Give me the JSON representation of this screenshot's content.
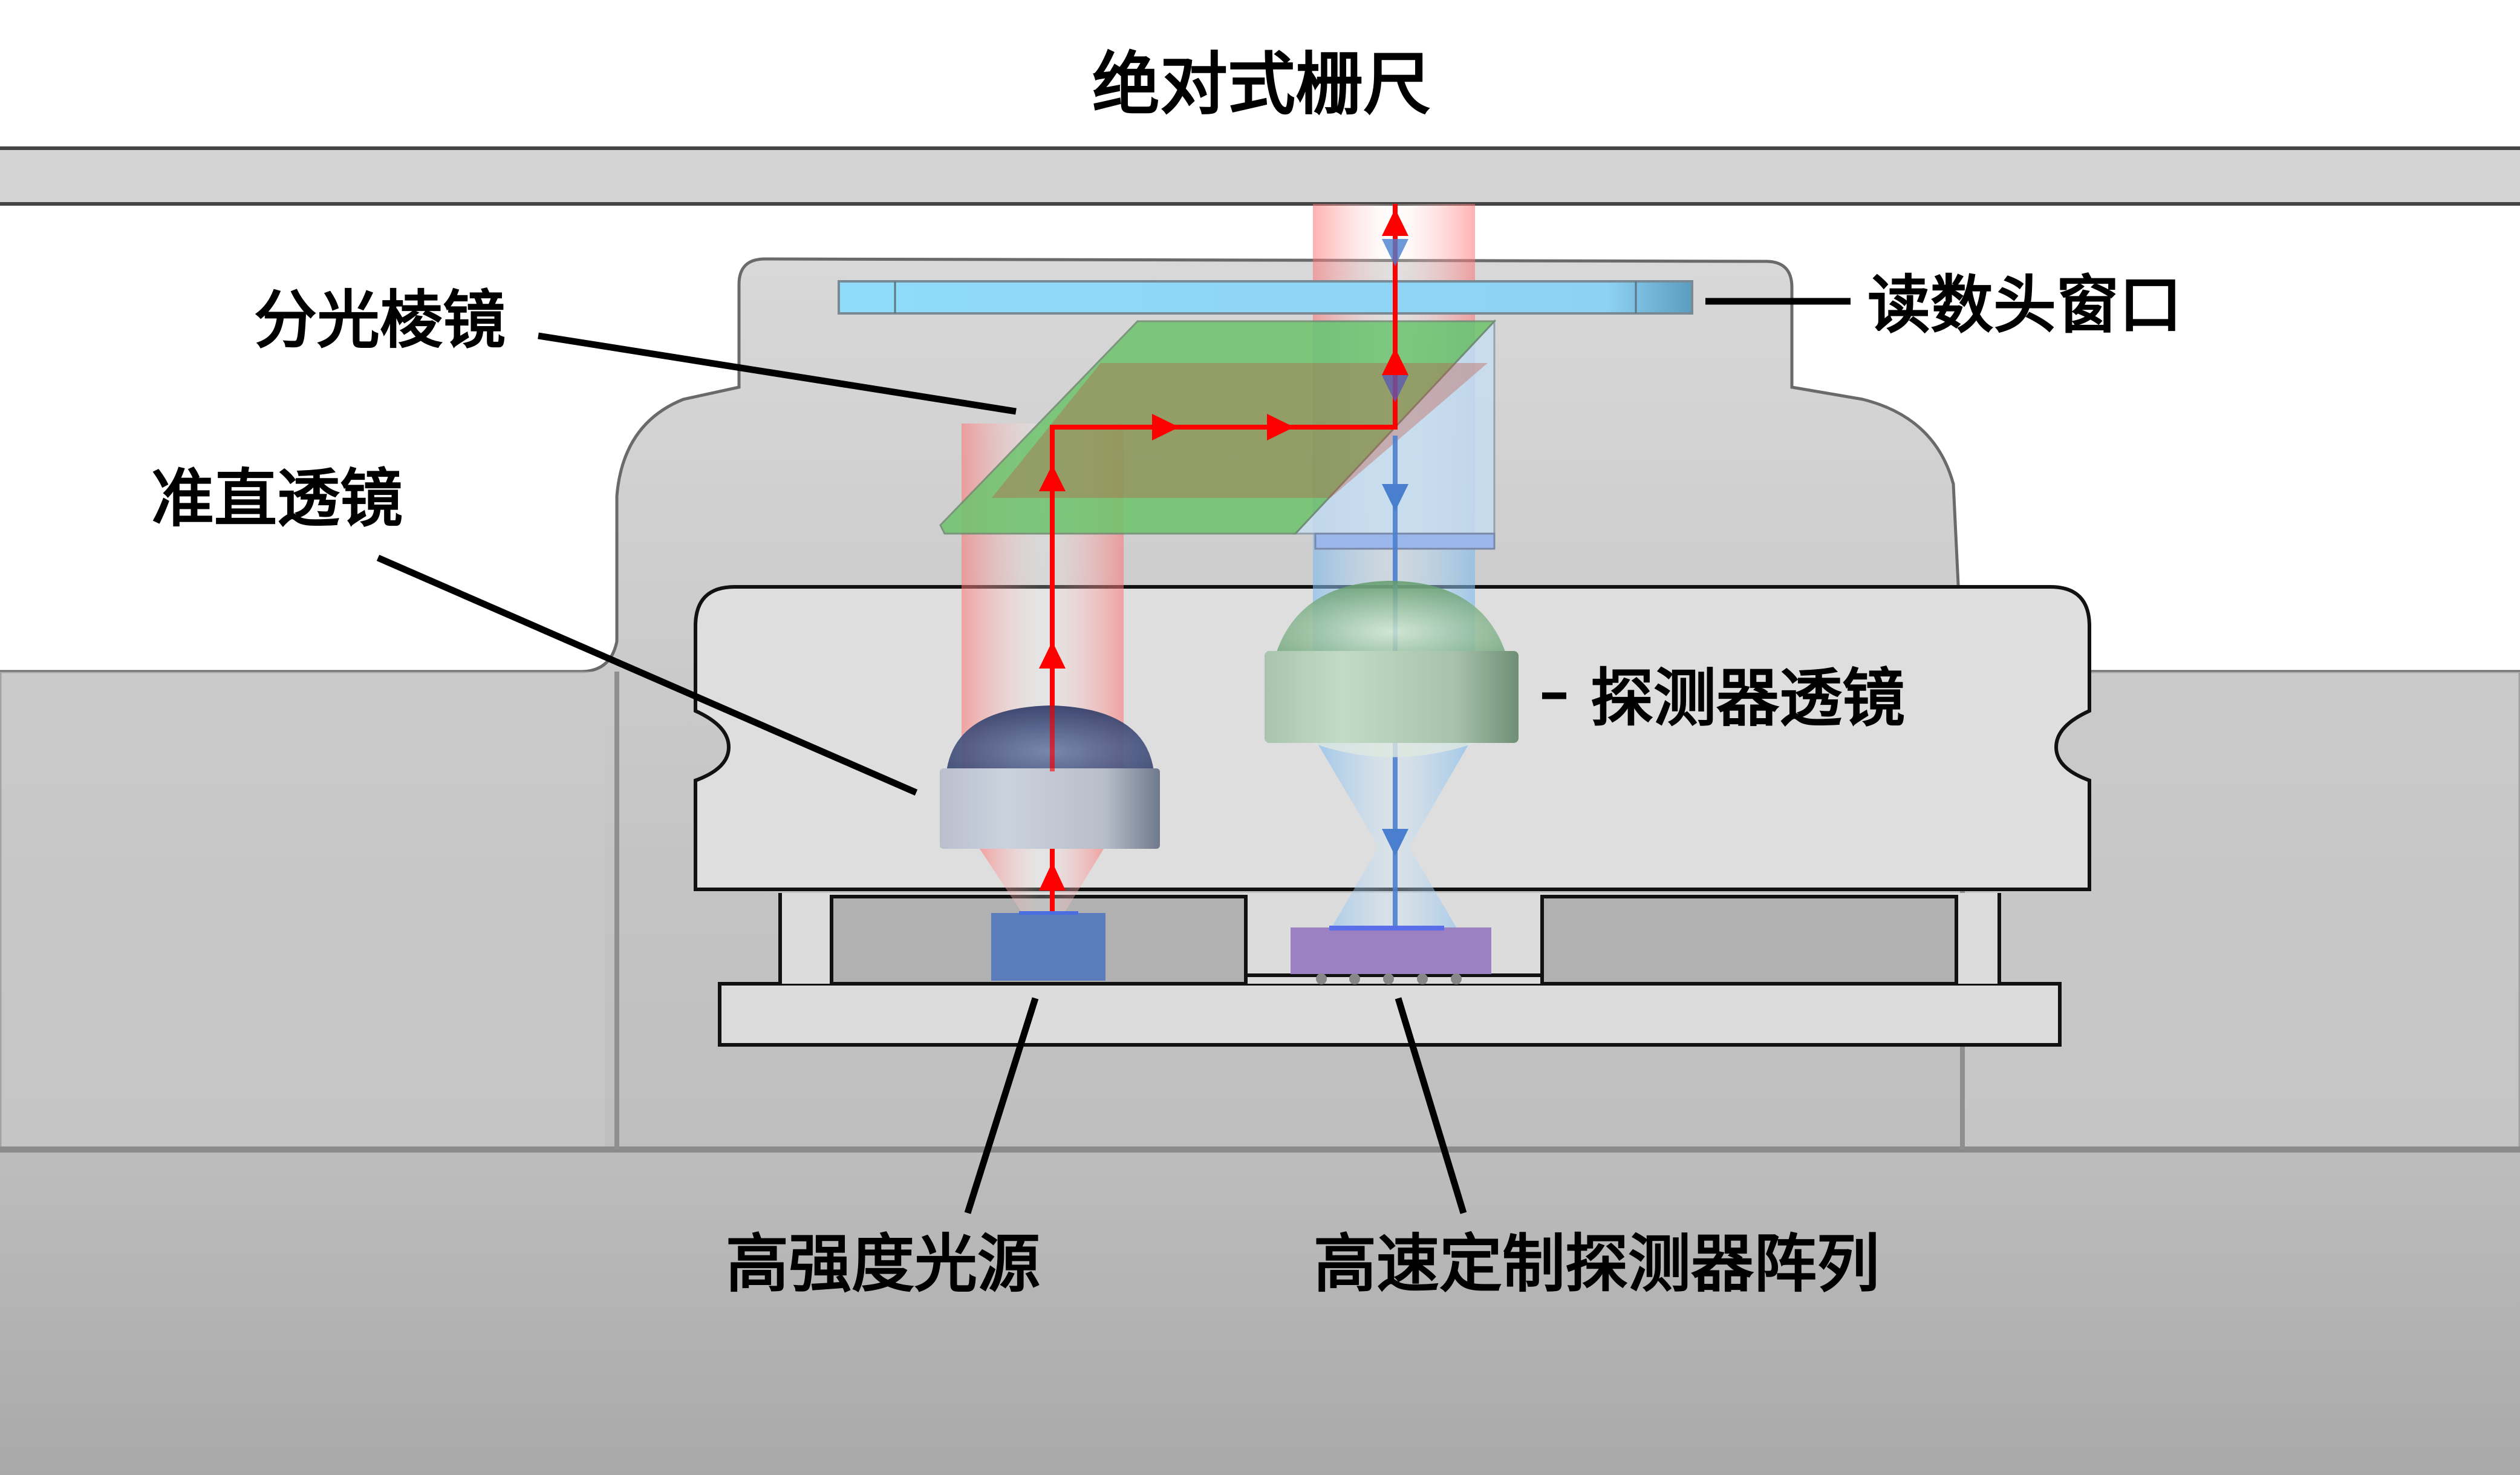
{
  "title": "绝对式栅尺",
  "labels": {
    "beam_splitter_prism": "分光棱镜",
    "collimating_lens": "准直透镜",
    "readhead_window": "读数头窗口",
    "detector_lens": "探测器透镜",
    "light_source": "高强度光源",
    "detector_array": "高速定制探测器阵列"
  },
  "colors": {
    "scale_bar": "#d4d4d4",
    "window": "#8fd4f5",
    "prism_green": "#6cc46c",
    "beam_red": "#ff0000",
    "beam_blue": "#4a7fcf",
    "light_source": "#5b7dbb",
    "detector": "#9b80c2",
    "collimating_lens_band": "#c6ccd8",
    "detector_lens_band": "#b9d4bd"
  }
}
